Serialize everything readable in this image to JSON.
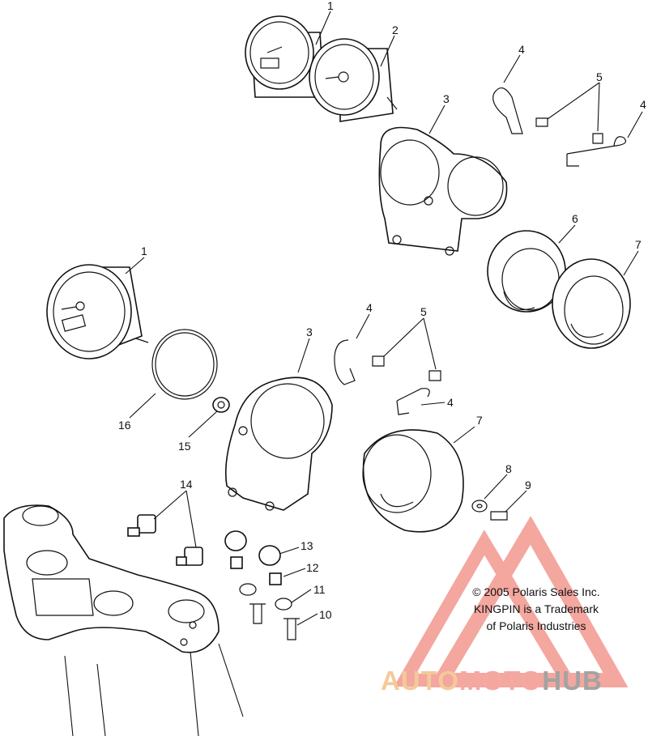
{
  "callouts": [
    "1",
    "2",
    "3",
    "4",
    "5",
    "4",
    "6",
    "7",
    "1",
    "16",
    "15",
    "4",
    "3",
    "5",
    "4",
    "7",
    "8",
    "9",
    "14",
    "13",
    "12",
    "11",
    "10"
  ],
  "copyright": {
    "line1": "© 2005 Polaris Sales Inc.",
    "line2": "KINGPIN is a Trademark",
    "line3": "of Polaris Industries"
  },
  "watermark": {
    "part1": "AUTO",
    "part2": "MOTO",
    "part3": "HUB"
  },
  "colors": {
    "watermark_red": "#f08a80",
    "watermark_orange": "#f5c99a",
    "watermark_gray": "#a3a3a3",
    "line": "#111111"
  }
}
